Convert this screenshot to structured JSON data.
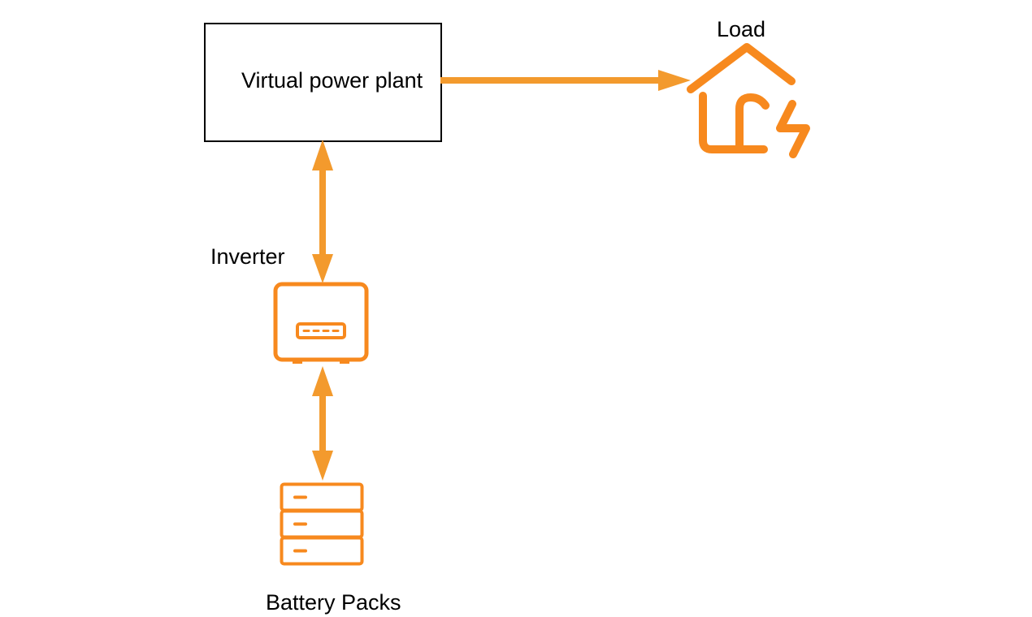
{
  "diagram": {
    "nodes": {
      "vpp": {
        "label": "Virtual power plant"
      },
      "load": {
        "label": "Load",
        "icon": "house-lightning-icon"
      },
      "inverter": {
        "label": "Inverter",
        "icon": "inverter-icon"
      },
      "battery": {
        "label": "Battery Packs",
        "icon": "battery-stack-icon"
      }
    },
    "edges": [
      {
        "from": "vpp",
        "to": "load",
        "direction": "one-way"
      },
      {
        "from": "vpp",
        "to": "inverter",
        "direction": "two-way"
      },
      {
        "from": "inverter",
        "to": "battery",
        "direction": "two-way"
      }
    ],
    "colors": {
      "arrow": "#F39A2D",
      "icon": "#F7891E",
      "text": "#000000",
      "box_border": "#000000",
      "background": "#FFFFFF"
    }
  }
}
